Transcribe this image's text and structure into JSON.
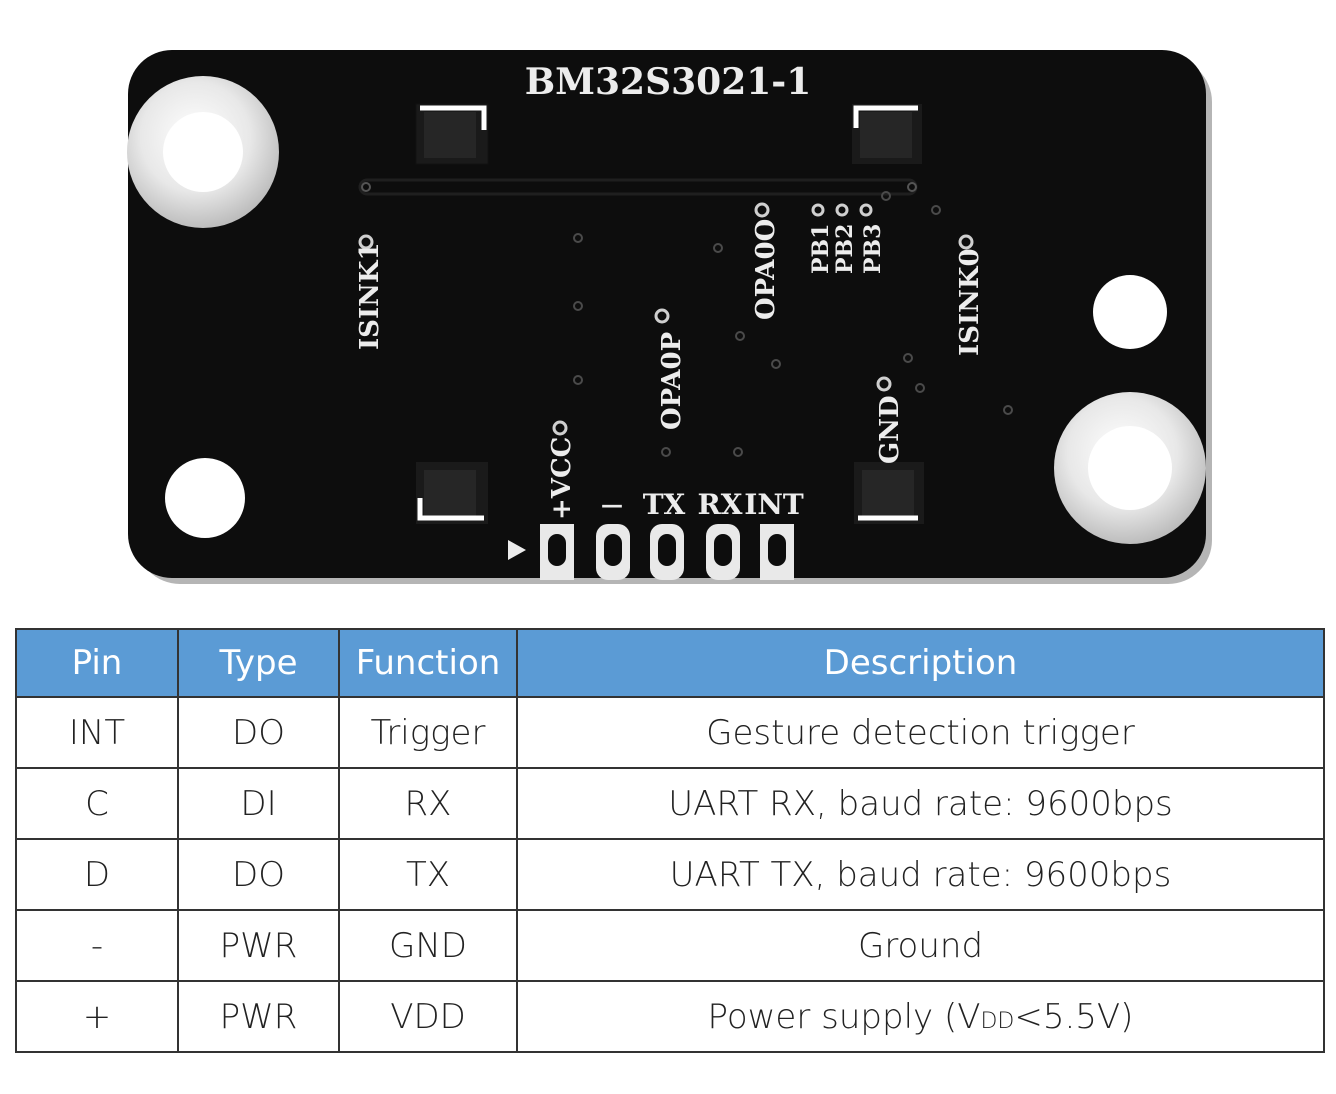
{
  "board": {
    "model": "BM32S3021-1",
    "silkscreen": {
      "isink1": "ISINK1",
      "isink0": "ISINK0",
      "opaop": "OPA0P",
      "opaoo": "OPA0O",
      "pb1": "PB1",
      "pb2": "PB2",
      "pb3": "PB3",
      "gnd": "GND",
      "vcc": "+VCC",
      "minus": "—",
      "tx": "TX",
      "rx": "RX",
      "int": "INT"
    }
  },
  "table": {
    "headers": [
      "Pin",
      "Type",
      "Function",
      "Description"
    ],
    "rows": [
      {
        "pin": "INT",
        "type": "DO",
        "function": "Trigger",
        "description": "Gesture detection trigger"
      },
      {
        "pin": "C",
        "type": "DI",
        "function": "RX",
        "description": "UART RX, baud rate: 9600bps"
      },
      {
        "pin": "D",
        "type": "DO",
        "function": "TX",
        "description": "UART TX, baud rate: 9600bps"
      },
      {
        "pin": "-",
        "type": "PWR",
        "function": "GND",
        "description": "Ground"
      },
      {
        "pin": "+",
        "type": "PWR",
        "function": "VDD",
        "description_pre": "Power supply (V",
        "description_sub": "DD",
        "description_post": "<5.5V)"
      }
    ]
  },
  "colors": {
    "header_bg": "#5b9bd5",
    "pcb": "#0d0d0d",
    "silkscreen": "#ececec"
  }
}
